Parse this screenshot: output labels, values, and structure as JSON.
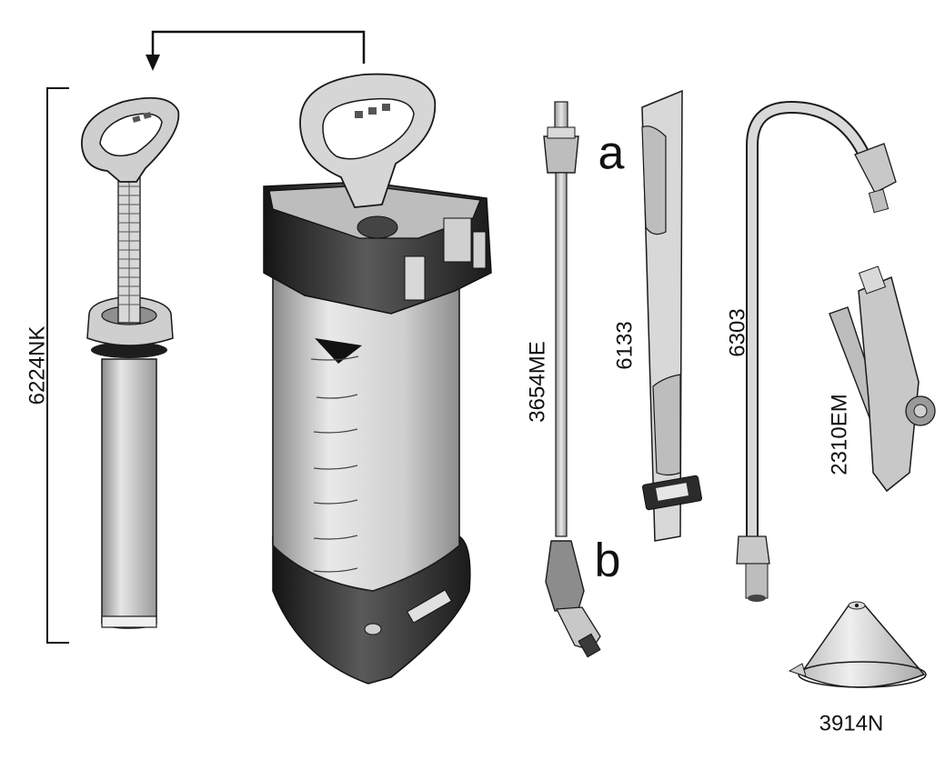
{
  "labels": {
    "pump": "6224NK",
    "lance": "3654ME",
    "strap": "6133",
    "hose": "6303",
    "handle": "2310EM",
    "cone": "3914N",
    "marker_a": "a",
    "marker_b": "b"
  },
  "colors": {
    "outline": "#1a1a1a",
    "grey_light": "#d9d9d9",
    "grey_mid": "#b3b3b3",
    "dark": "#2b2b2b"
  }
}
